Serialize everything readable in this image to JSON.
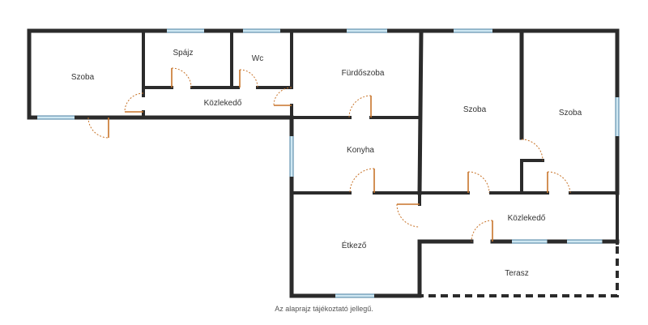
{
  "rooms": [
    {
      "id": "szoba-1",
      "label": "Szoba"
    },
    {
      "id": "spajz",
      "label": "Spájz"
    },
    {
      "id": "wc",
      "label": "Wc"
    },
    {
      "id": "furdoszoba",
      "label": "Fürdőszoba"
    },
    {
      "id": "kozlekedo-1",
      "label": "Közlekedő"
    },
    {
      "id": "szoba-2",
      "label": "Szoba"
    },
    {
      "id": "szoba-3",
      "label": "Szoba"
    },
    {
      "id": "konyha",
      "label": "Konyha"
    },
    {
      "id": "kozlekedo-2",
      "label": "Közlekedő"
    },
    {
      "id": "etkezo",
      "label": "Étkező"
    },
    {
      "id": "terasz",
      "label": "Terasz"
    }
  ],
  "note": "Az alaprajz tájékoztató jellegű.",
  "colors": {
    "wall": "#2b2b2b",
    "window": "#cfe7f2",
    "door": "#c8742a",
    "label": "#333333"
  }
}
